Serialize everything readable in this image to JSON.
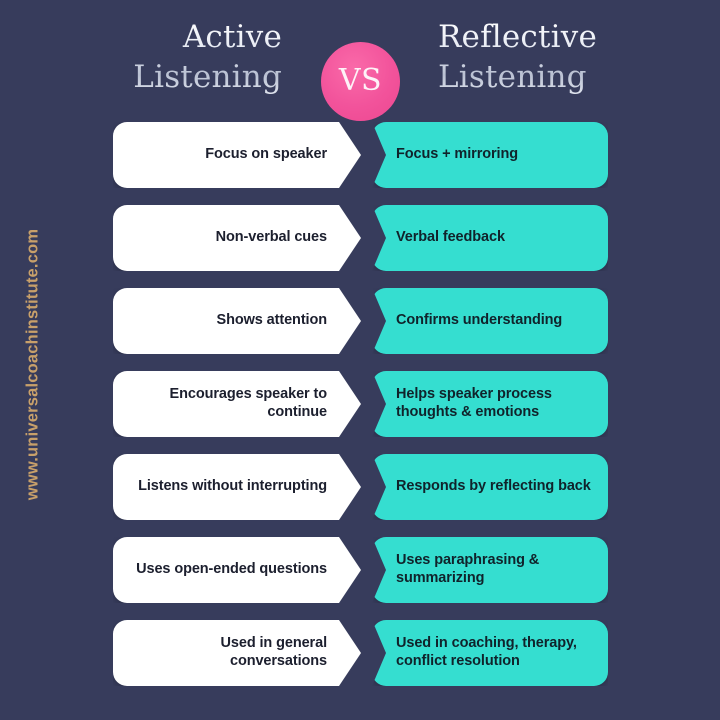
{
  "background_color": "#373c5c",
  "accent_colors": {
    "teal": "#35ded0",
    "pink": "#ec4790",
    "white": "#ffffff",
    "watermark_gold": "#c8a06a"
  },
  "watermark": {
    "text": "www.universalcoachinstitute.com"
  },
  "header": {
    "left_title": "Active Listening",
    "vs_label": "VS",
    "right_title": "Reflective Listening"
  },
  "comparison": {
    "column_headers": [
      "Active Listening",
      "Reflective Listening"
    ],
    "rows": [
      {
        "left": "Focus on speaker",
        "right": "Focus + mirroring"
      },
      {
        "left": "Non-verbal cues",
        "right": "Verbal feedback"
      },
      {
        "left": "Shows attention",
        "right": "Confirms understanding"
      },
      {
        "left": "Encourages speaker to continue",
        "right": "Helps speaker process thoughts & emotions"
      },
      {
        "left": "Listens without interrupting",
        "right": "Responds by reflecting back"
      },
      {
        "left": "Uses open-ended questions",
        "right": "Uses paraphrasing & summarizing"
      },
      {
        "left": "Used in general conversations",
        "right": "Used in coaching, therapy, conflict resolution"
      }
    ]
  }
}
